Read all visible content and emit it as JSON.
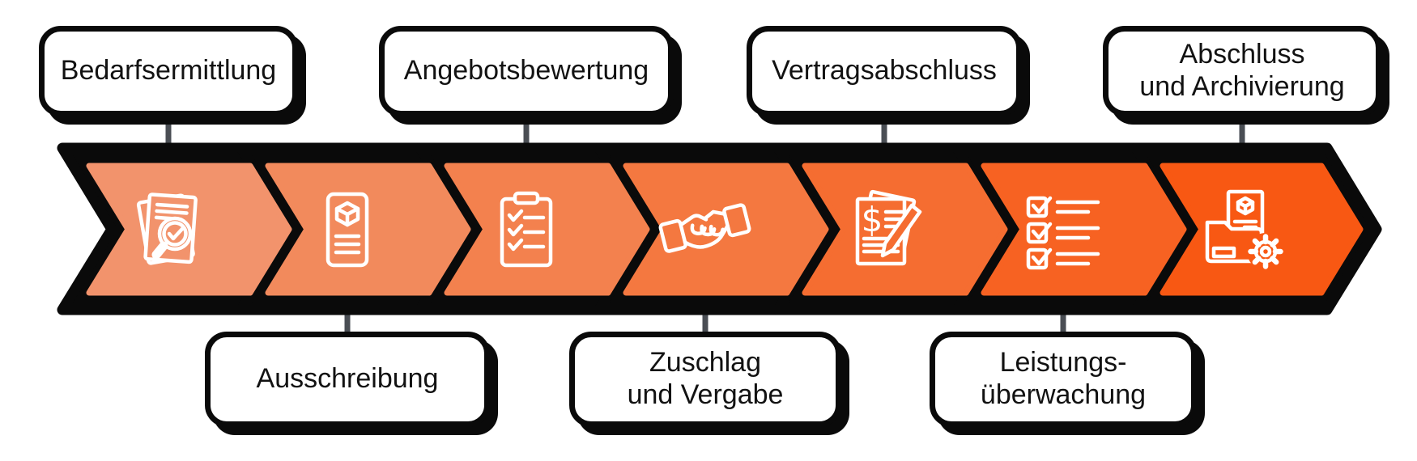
{
  "diagram": {
    "type": "process-chevron-flow",
    "steps": [
      {
        "id": 1,
        "label_lines": [
          "Bedarfsermittlung"
        ],
        "label_side": "top",
        "chevron_color": "#F2936C",
        "icon": "documents-magnifier-icon"
      },
      {
        "id": 2,
        "label_lines": [
          "Ausschreibung"
        ],
        "label_side": "bottom",
        "chevron_color": "#F28A5C",
        "icon": "tender-document-icon"
      },
      {
        "id": 3,
        "label_lines": [
          "Angebotsbewertung"
        ],
        "label_side": "top",
        "chevron_color": "#F3814E",
        "icon": "clipboard-checklist-icon"
      },
      {
        "id": 4,
        "label_lines": [
          "Zuschlag",
          "und Vergabe"
        ],
        "label_side": "bottom",
        "chevron_color": "#F47840",
        "icon": "handshake-icon"
      },
      {
        "id": 5,
        "label_lines": [
          "Vertragsabschluss"
        ],
        "label_side": "top",
        "chevron_color": "#F56D31",
        "icon": "contract-dollar-pen-icon"
      },
      {
        "id": 6,
        "label_lines": [
          "Leistungs-",
          "überwachung"
        ],
        "label_side": "bottom",
        "chevron_color": "#F76222",
        "icon": "checklist-items-icon"
      },
      {
        "id": 7,
        "label_lines": [
          "Abschluss",
          "und Archivierung"
        ],
        "label_side": "top",
        "chevron_color": "#F85813",
        "icon": "folder-gear-icon"
      }
    ],
    "colors": {
      "outline": "#0a0a0a",
      "label_background": "#ffffff",
      "label_border": "#000000",
      "label_text": "#121212",
      "connector": "#4A4E54",
      "icon_stroke": "#ffffff",
      "background": "#ffffff"
    }
  }
}
